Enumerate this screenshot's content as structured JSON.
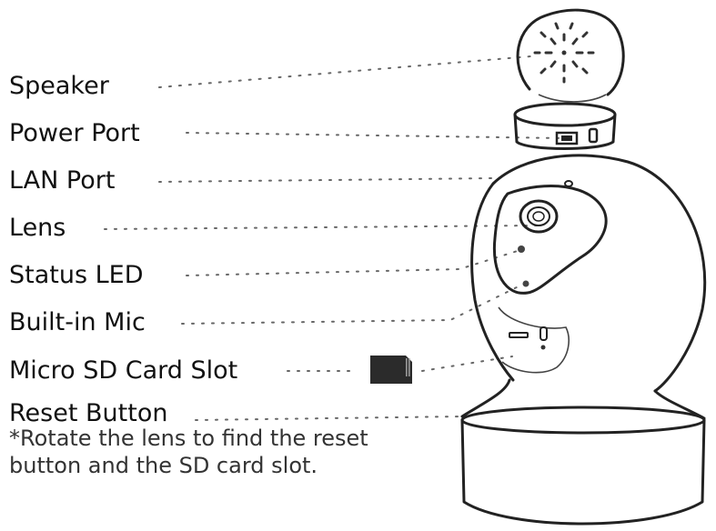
{
  "labels": {
    "speaker": "Speaker",
    "power_port": "Power Port",
    "lan_port": "LAN Port",
    "lens": "Lens",
    "status_led": "Status LED",
    "builtin_mic": "Built-in Mic",
    "sd_slot": "Micro SD Card Slot",
    "reset_button": "Reset Button"
  },
  "note": {
    "line1": "*Rotate the lens to find the reset",
    "line2": "button and the SD card slot."
  },
  "colors": {
    "line": "#222222",
    "leader": "#555555",
    "sd_card": "#2b2b2b"
  },
  "icons": {
    "sd_card": "micro-sd-card-icon"
  }
}
